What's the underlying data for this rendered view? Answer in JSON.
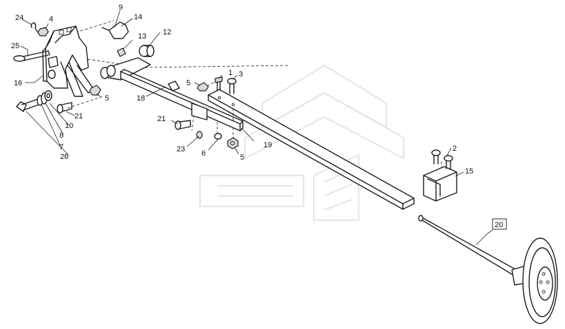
{
  "labels": {
    "l1": "1",
    "l2": "2",
    "l3": "3",
    "l4": "4",
    "l5a": "5",
    "l5b": "5",
    "l5c": "5",
    "l6": "6",
    "l7": "7",
    "l8": "8",
    "l9": "9",
    "l10": "10",
    "l12": "12",
    "l13": "13",
    "l14": "14",
    "l15": "15",
    "l16": "16",
    "l18": "18",
    "l19": "19",
    "l20": "20",
    "l21a": "21",
    "l21b": "21",
    "l23": "23",
    "l24": "24",
    "l25": "25",
    "l26": "26"
  },
  "colors": {
    "line": "#1a1a1a",
    "watermark": "#e6e6e6",
    "background": "#ffffff"
  }
}
